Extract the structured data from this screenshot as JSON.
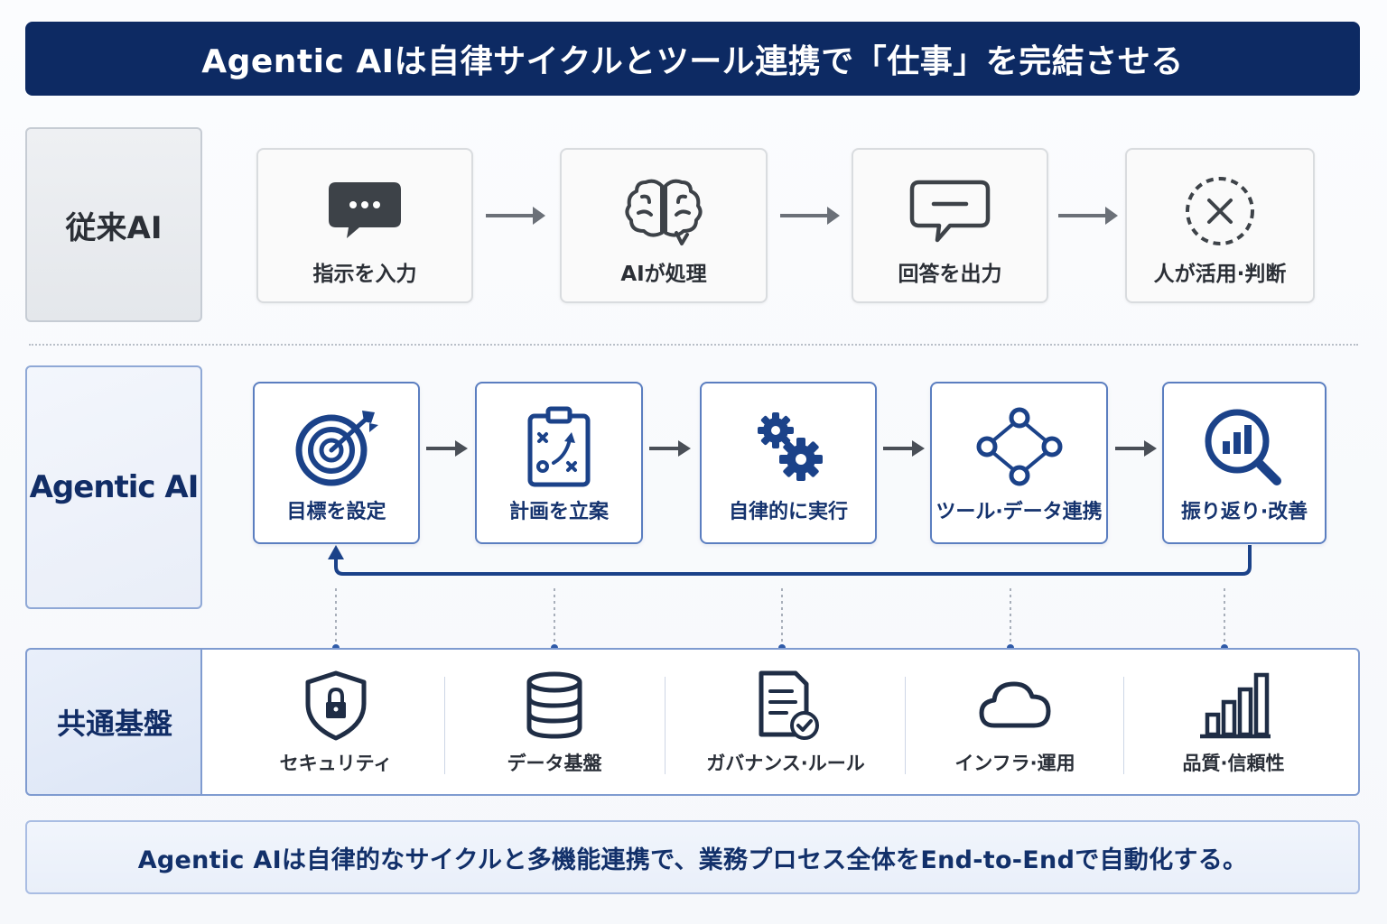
{
  "title": "Agentic AIは自律サイクルとツール連携で「仕事」を完結させる",
  "rows": {
    "traditional_label": "従来AI",
    "agentic_label": "Agentic AI",
    "common_label": "共通基盤"
  },
  "traditional_steps": [
    {
      "label": "指示を入力",
      "icon": "chat-bubble-icon"
    },
    {
      "label": "AIが処理",
      "icon": "brain-icon"
    },
    {
      "label": "回答を出力",
      "icon": "speech-bubble-icon"
    },
    {
      "label": "人が活用·判断",
      "icon": "cross-circle-icon"
    }
  ],
  "agentic_steps": [
    {
      "label": "目標を設定",
      "icon": "target-icon"
    },
    {
      "label": "計画を立案",
      "icon": "clipboard-plan-icon"
    },
    {
      "label": "自律的に実行",
      "icon": "gears-icon"
    },
    {
      "label": "ツール·データ連携",
      "icon": "network-icon"
    },
    {
      "label": "振り返り·改善",
      "icon": "analytics-search-icon"
    }
  ],
  "common_items": [
    {
      "label": "セキュリティ",
      "icon": "shield-lock-icon"
    },
    {
      "label": "データ基盤",
      "icon": "database-icon"
    },
    {
      "label": "ガバナンス·ルール",
      "icon": "document-check-icon"
    },
    {
      "label": "インフラ·運用",
      "icon": "cloud-icon"
    },
    {
      "label": "品質·信頼性",
      "icon": "bar-chart-icon"
    }
  ],
  "footer": "Agentic AIは自律的なサイクルと多機能連携で、業務プロセス全体をEnd-to-Endで自動化する。",
  "colors": {
    "navy": "#0d2a63",
    "accent_blue": "#1b4289",
    "gray_text": "#2b2f36",
    "gray_icon": "#3d4248"
  }
}
